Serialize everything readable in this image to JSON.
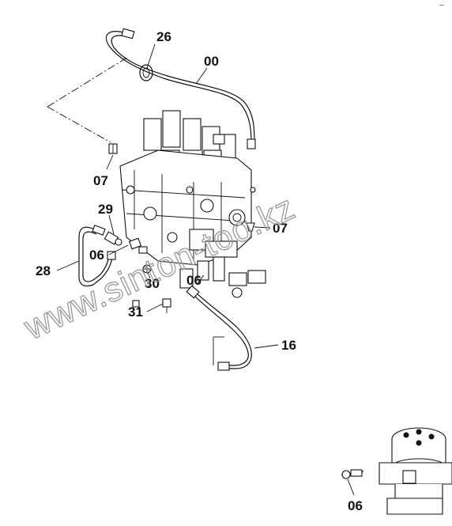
{
  "callouts": {
    "c26": "26",
    "c00": "00",
    "c07_left": "07",
    "c07_right": "07",
    "c29": "29",
    "c06_left": "06",
    "c28": "28",
    "c30": "30",
    "c06_mid": "06",
    "c31": "31",
    "c16": "16",
    "c06_inset": "06"
  },
  "watermark": "www.sinton-too.kz",
  "corner_mark": "~"
}
